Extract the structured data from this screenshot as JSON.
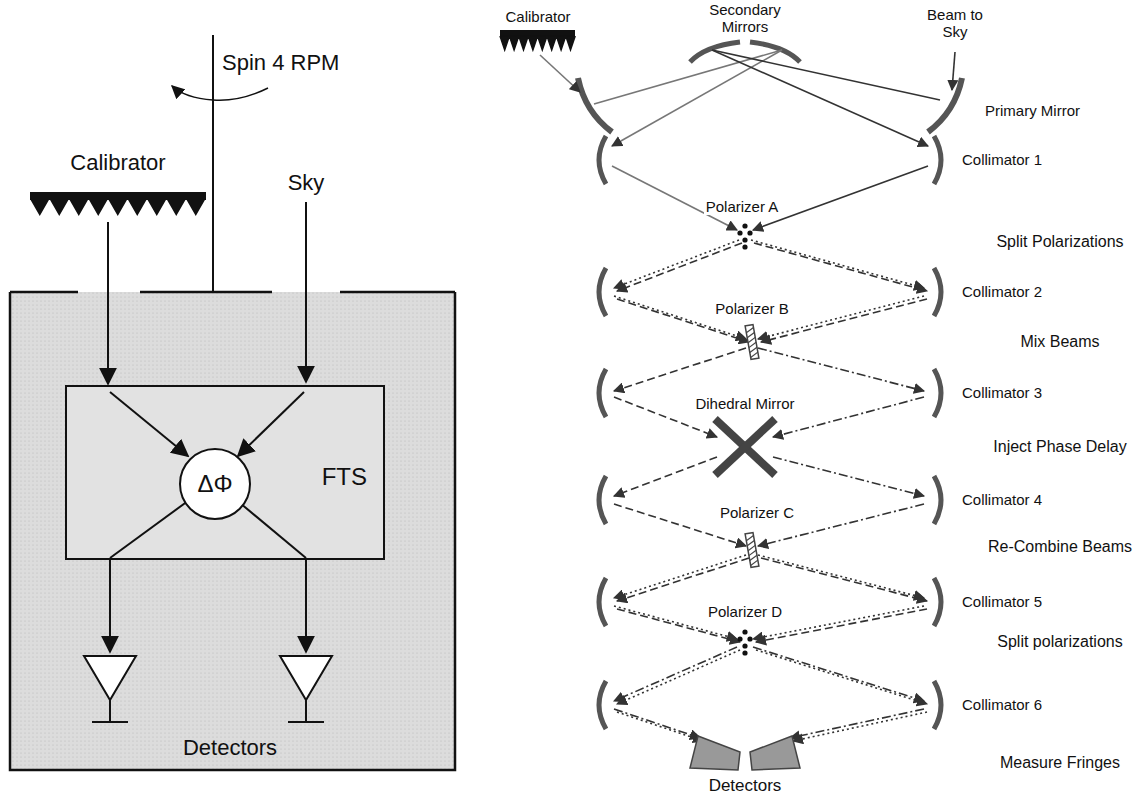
{
  "diagram": {
    "nodes": [
      {
        "text": [
          "Calibrator"
        ]
      },
      {
        "text": [
          "FTS"
        ]
      },
      {
        "text": [
          "ΔΦ"
        ],
        "in": 1
      }
    ],
    "edges": [
      {
        "from": 0,
        "to": 1,
        "arrow": "to"
      }
    ],
    "labels": [
      "Spin 4 RPM",
      "Sky",
      "Detectors",
      "Calibrator",
      "Secondary Mirrors",
      "Beam to Sky",
      "Primary Mirror",
      "Collimator 1",
      "Polarizer A",
      "Split Polarizations",
      "Collimator 2",
      "Polarizer B",
      "Mix Beams",
      "Collimator 3",
      "Dihedral Mirror",
      "Inject Phase Delay",
      "Collimator 4",
      "Polarizer C",
      "Re-Combine Beams",
      "Collimator 5",
      "Polarizer D",
      "Split polarizations",
      "Collimator 6",
      "Detectors",
      "Measure Fringes"
    ]
  }
}
